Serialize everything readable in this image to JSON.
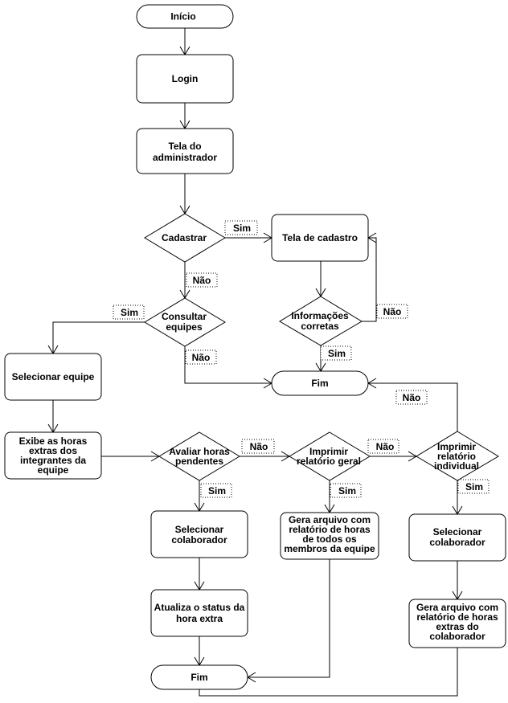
{
  "nodes": {
    "inicio": "Início",
    "login": "Login",
    "tela_admin": "Tela do administrador",
    "cadastrar": "Cadastrar",
    "tela_cadastro": "Tela de cadastro",
    "consultar": "Consultar equipes",
    "info_corretas": "Informações corretas",
    "fim_top": "Fim",
    "selecionar_equipe": "Selecionar equipe",
    "exibe_horas": "Exibe as horas extras dos integrantes da equipe",
    "avaliar": "Avaliar horas pendentes",
    "imprimir_geral": "Imprimir relatório geral",
    "imprimir_individual": "Imprimir relatório individual",
    "selecionar_colab_1": "Selecionar colaborador",
    "gera_geral": "Gera arquivo com relatório de horas de todos os membros da equipe",
    "selecionar_colab_2": "Selecionar colaborador",
    "atualiza": "Atualiza o status da hora extra",
    "gera_individual": "Gera arquivo com relatório de horas extras do colaborador",
    "fim_bottom": "Fim"
  },
  "labels": {
    "sim": "Sim",
    "nao": "Não"
  }
}
